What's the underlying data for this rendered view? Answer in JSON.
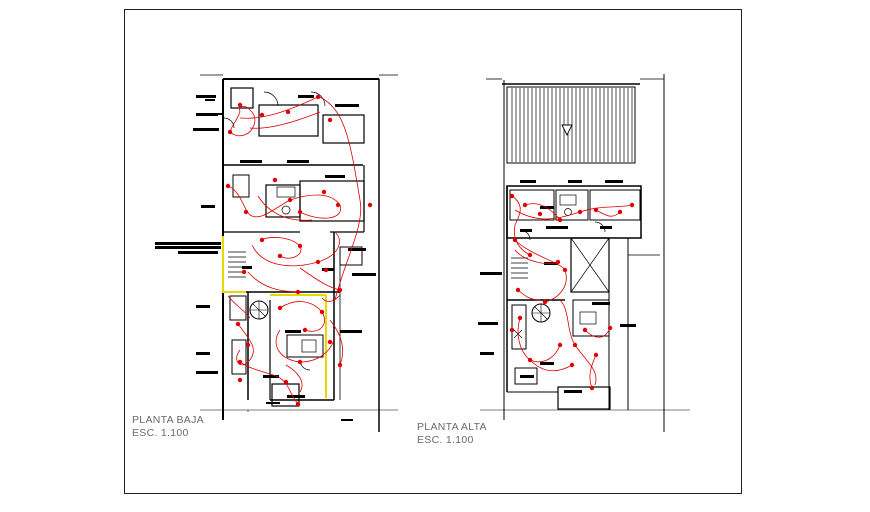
{
  "plans": [
    {
      "title": "PLANTA BAJA",
      "scale": "ESC. 1.100"
    },
    {
      "title": "PLANTA ALTA",
      "scale": "ESC. 1.100"
    }
  ],
  "colors": {
    "wall": "#000000",
    "wiring": "#e00000",
    "highlight": "#e8d800",
    "text": "#6a6a6a",
    "border": "#222222"
  }
}
